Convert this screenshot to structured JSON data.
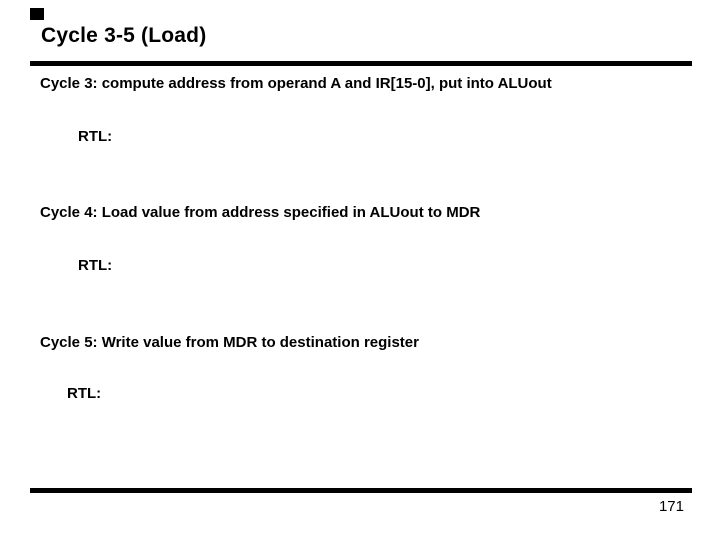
{
  "slide": {
    "title": "Cycle 3-5 (Load)",
    "sections": [
      {
        "heading": "Cycle 3: compute address from operand A and IR[15-0], put into ALUout",
        "sub_label": "RTL:"
      },
      {
        "heading": "Cycle 4: Load value from address specified in ALUout to MDR",
        "sub_label": "RTL:"
      },
      {
        "heading": "Cycle 5: Write value from MDR to destination register",
        "sub_label": "RTL:"
      }
    ],
    "page_number": "171",
    "colors": {
      "text": "#000000",
      "rule": "#000000",
      "background": "#ffffff"
    }
  }
}
